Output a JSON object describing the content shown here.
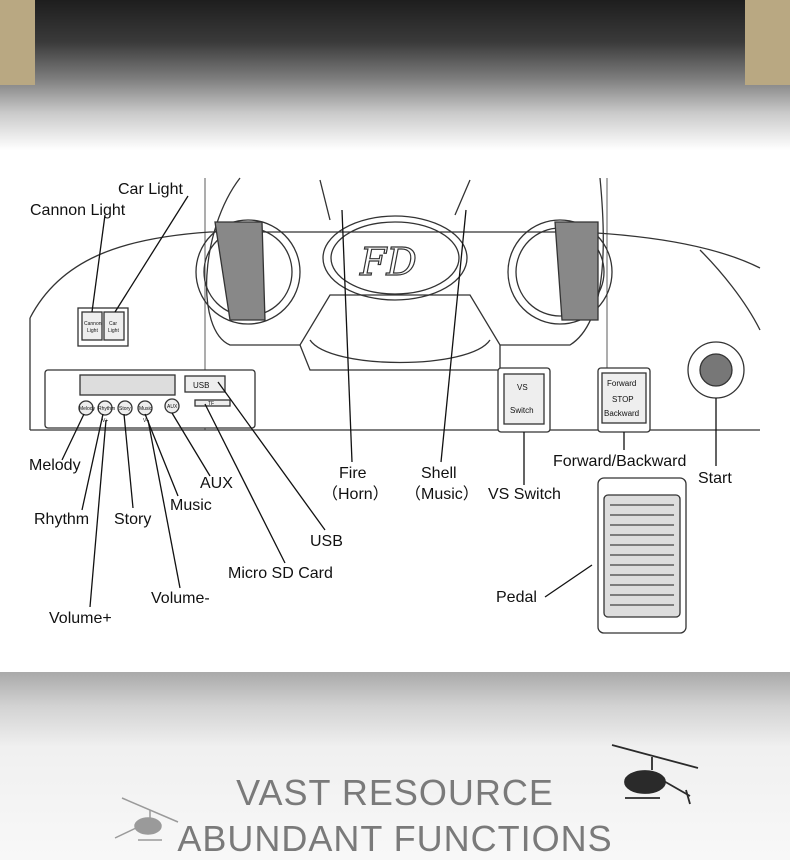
{
  "labels": {
    "car_light": "Car Light",
    "cannon_light": "Cannon Light",
    "melody": "Melody",
    "rhythm": "Rhythm",
    "story": "Story",
    "music": "Music",
    "aux": "AUX",
    "volume_plus": "Volume+",
    "volume_minus": "Volume-",
    "micro_sd": "Micro SD Card",
    "usb": "USB",
    "fire": "Fire",
    "horn": "（Horn）",
    "shell": "Shell",
    "music_paren": "（Music）",
    "vs_switch": "VS Switch",
    "forward_backward": "Forward/Backward",
    "start": "Start",
    "pedal": "Pedal"
  },
  "panel": {
    "usb_slot": "USB",
    "tf_slot": "TF",
    "btn_melody": "Melody",
    "btn_rhythm": "Rhythm",
    "btn_story": "Story",
    "btn_music": "Music",
    "btn_aux": "AUX",
    "vplus": "V+",
    "vminus": "V-",
    "cannon_sw": [
      "Cannon",
      "Light"
    ],
    "car_sw": [
      "Car",
      "Light"
    ],
    "vs_sw": [
      "VS",
      "Switch"
    ],
    "fwd_sw": [
      "Forward",
      "STOP",
      "Backward"
    ],
    "logo": "FD"
  },
  "footer": {
    "line1": "VAST RESOURCE",
    "line2": "ABUNDANT FUNCTIONS"
  }
}
